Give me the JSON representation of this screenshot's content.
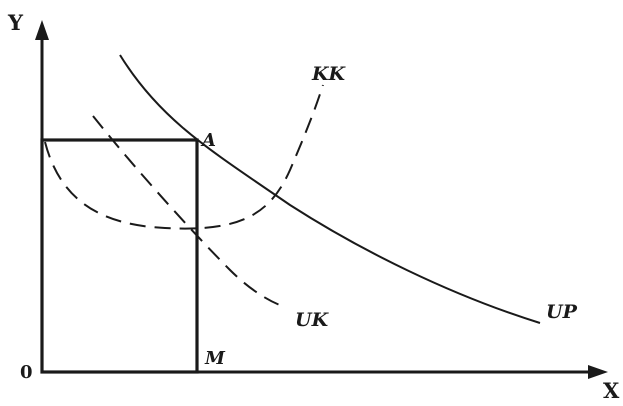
{
  "axes": {
    "y_label": "Y",
    "x_label": "X",
    "origin_label": "0"
  },
  "points": {
    "a_label": "A",
    "m_label": "M"
  },
  "curves": {
    "kk_label": "KK",
    "uk_label": "UK",
    "up_label": "UP"
  },
  "colors": {
    "ink": "#1a1a1a",
    "background": "#ffffff"
  }
}
